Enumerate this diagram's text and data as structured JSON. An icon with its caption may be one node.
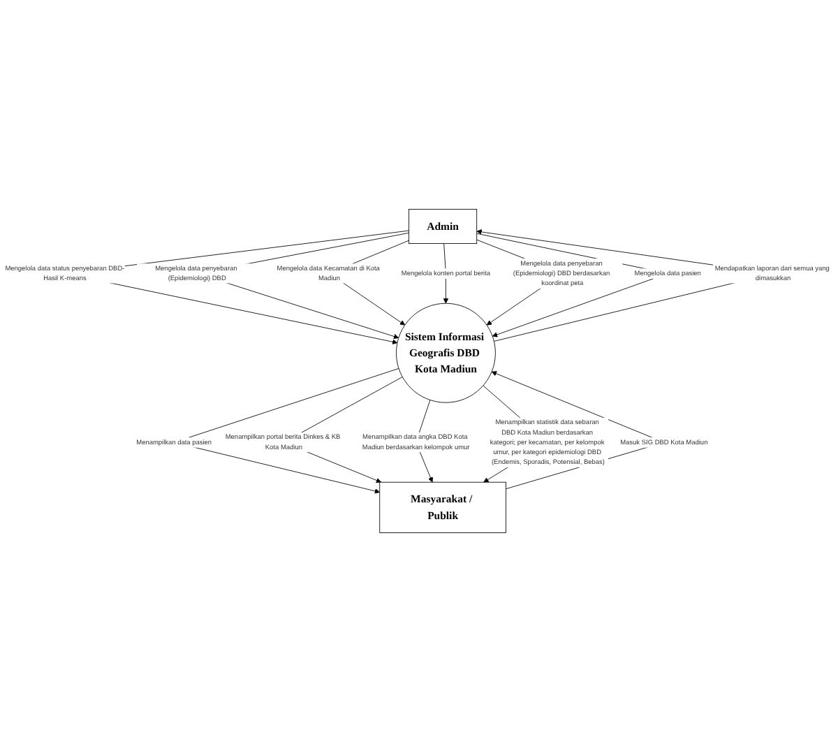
{
  "diagram": {
    "nodes": [
      {
        "text": [
          "Admin"
        ]
      },
      {
        "text": [
          "Sistem Informasi Geografis DBD Kota Madiun"
        ]
      },
      {
        "text": [
          "Masyarakat / Publik"
        ]
      }
    ],
    "edges": [
      {
        "from": 0,
        "to": 1,
        "arrow": "to",
        "label": "Mengelola data status penyebaran DBD-Hasil K-means"
      },
      {
        "from": 0,
        "to": 1,
        "arrow": "to",
        "label": "Mengelola data penyebaran (Epidemiologi) DBD"
      },
      {
        "from": 0,
        "to": 1,
        "arrow": "to",
        "label": "Mengelola data Kecamatan di Kota Madiun"
      },
      {
        "from": 0,
        "to": 1,
        "arrow": "to",
        "label": "Mengelola konten portal berita"
      },
      {
        "from": 0,
        "to": 1,
        "arrow": "to",
        "label": "Mengelola data penyebaran (Epidemiologi) DBD berdasarkan koordinat peta"
      },
      {
        "from": 0,
        "to": 1,
        "arrow": "to",
        "label": "Mengelola data pasien"
      },
      {
        "from": 1,
        "to": 0,
        "arrow": "to",
        "label": "Mendapatkan laporan dari semua yang dimasukkan"
      },
      {
        "from": 1,
        "to": 2,
        "arrow": "to",
        "label": "Menampilkan data pasien"
      },
      {
        "from": 1,
        "to": 2,
        "arrow": "to",
        "label": "Menampilkan portal berita Dinkes & KB Kota Madiun"
      },
      {
        "from": 2,
        "to": 1,
        "arrow": "to",
        "label": "Masuk SIG DBD Kota Madiun"
      },
      {
        "from": 1,
        "to": 2,
        "arrow": "to",
        "label": "Menampilkan data angka DBD Kota Madiun berdasarkan kelompok umur"
      },
      {
        "from": 1,
        "to": 2,
        "arrow": "to",
        "label": "Menampilkan statistik data sebaran DBD Kota Madiun berdasarkan kategori; per kecamatan, per kelompok umur, per kategori epidemiologi DBD (Endemis, Sporadis, Potensial, Bebas)"
      }
    ]
  }
}
